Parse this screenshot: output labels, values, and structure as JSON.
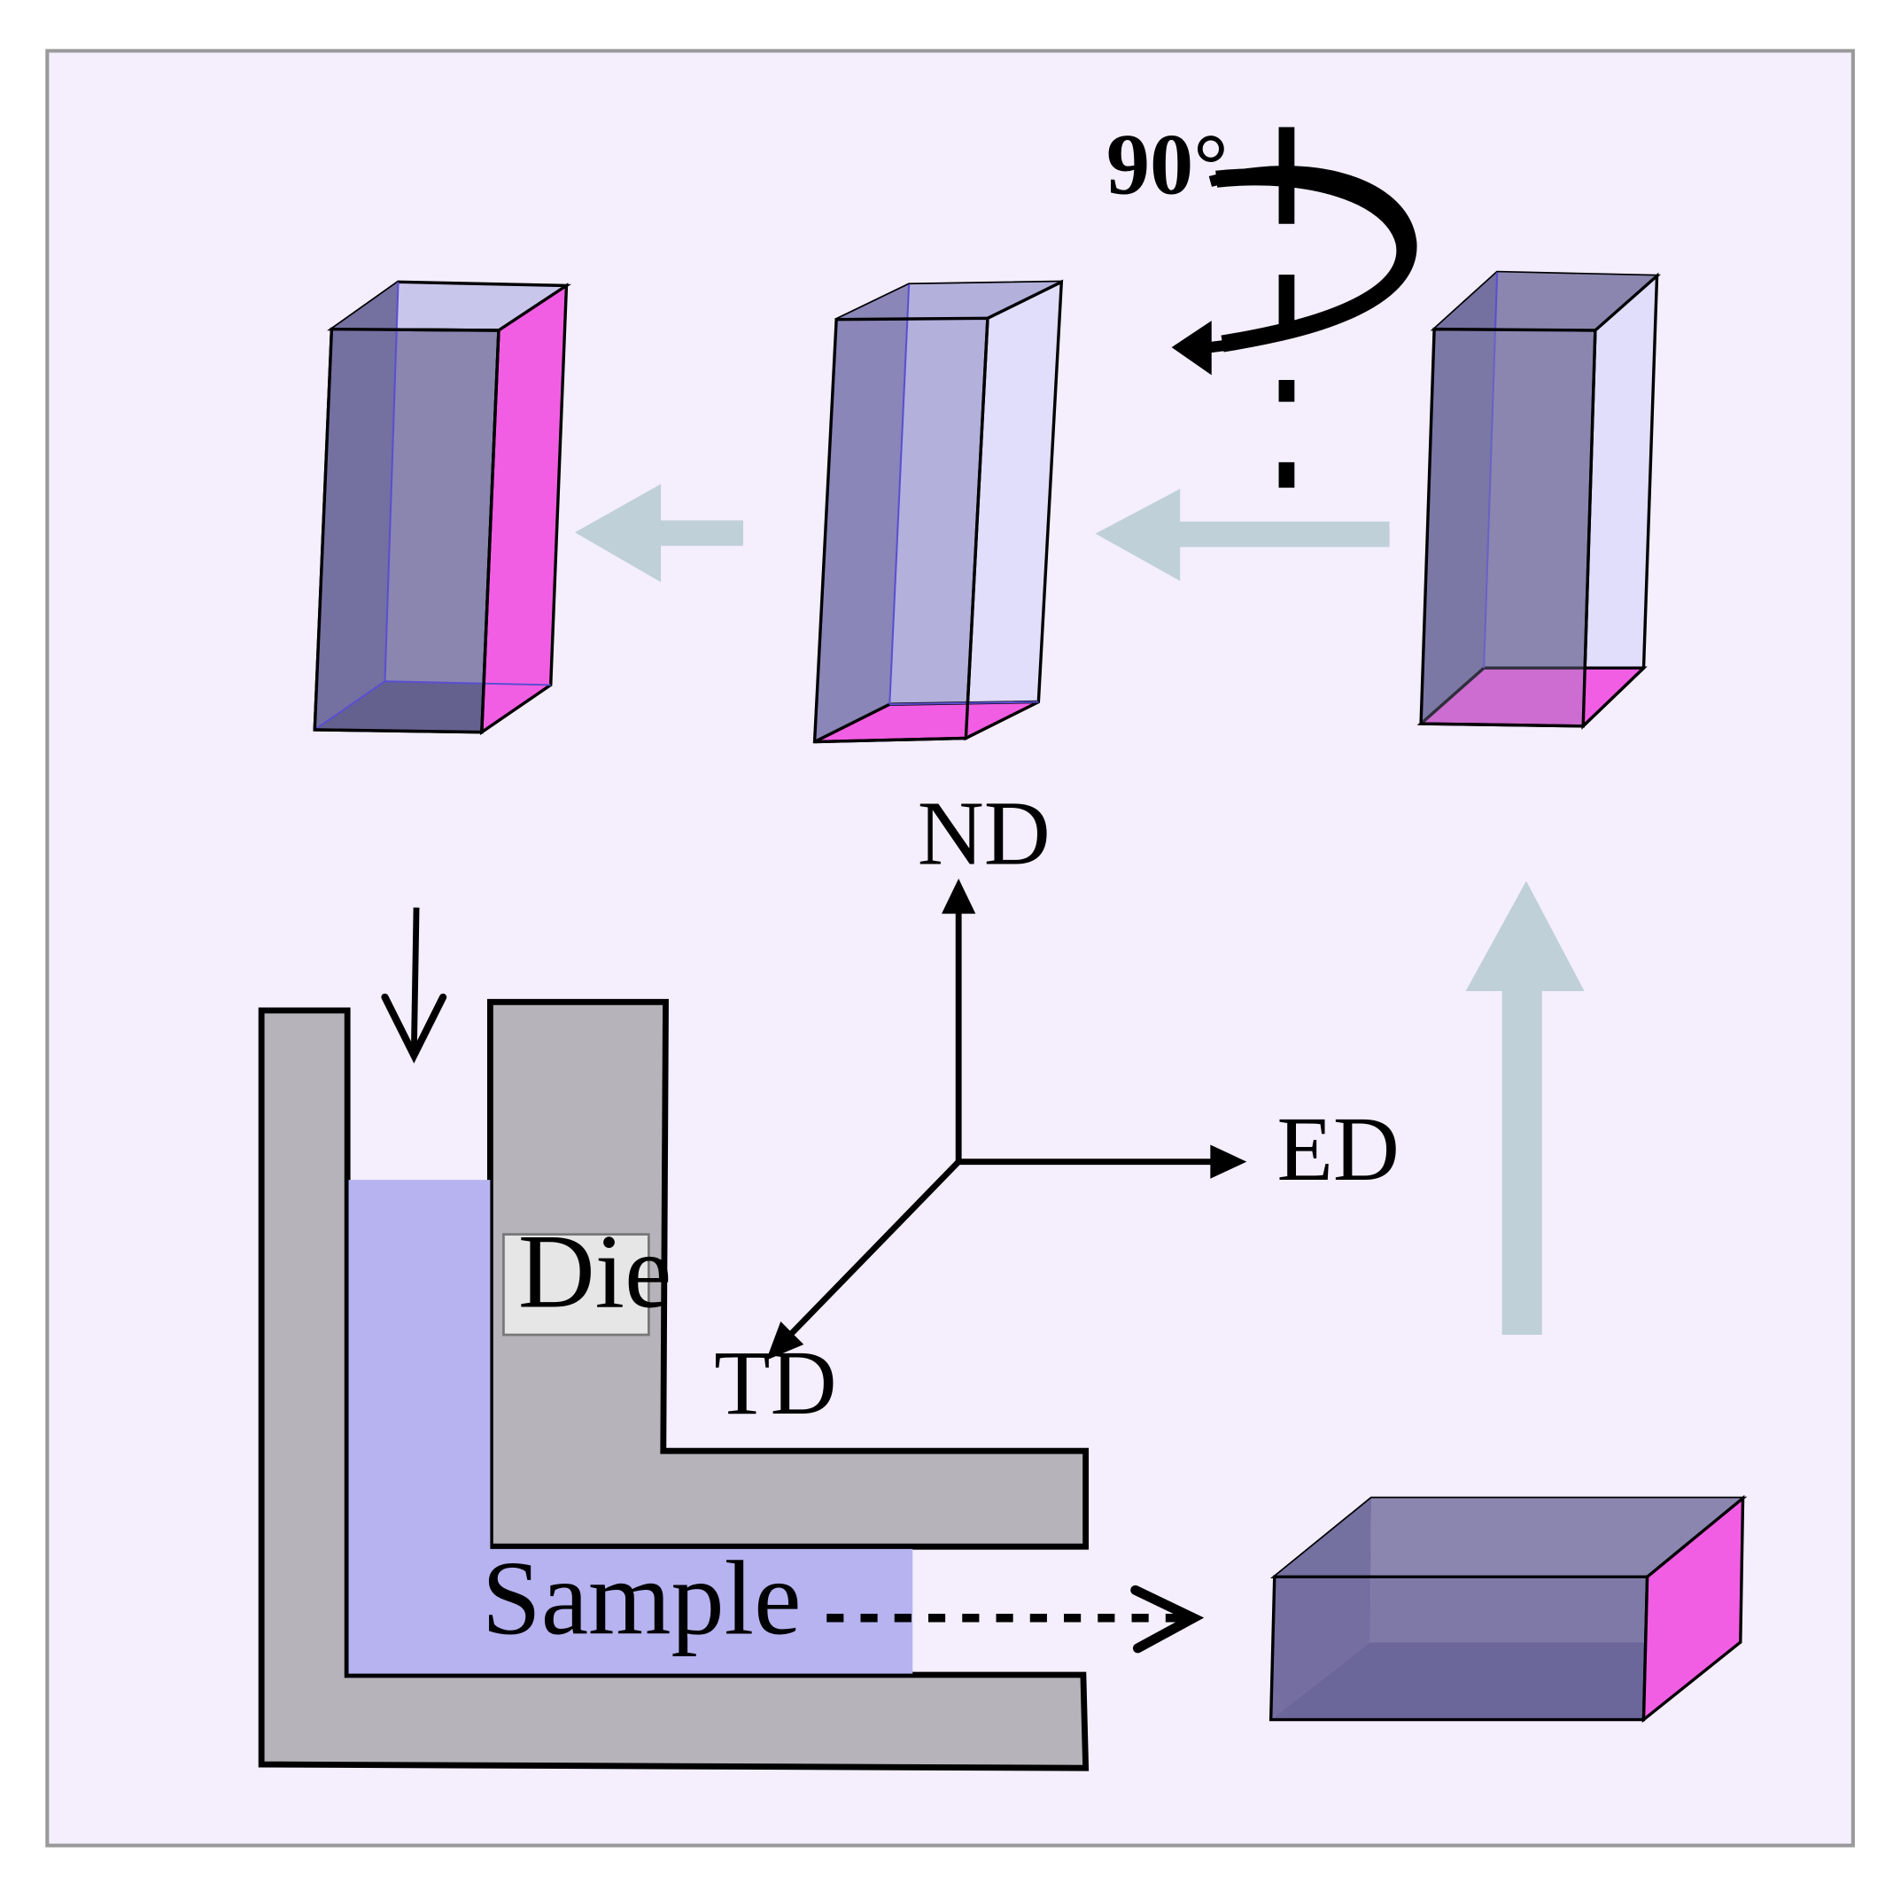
{
  "labels": {
    "rotation_angle": "90°",
    "axis_nd": "ND",
    "axis_ed": "ED",
    "axis_td": "TD",
    "die": "Die",
    "sample": "Sample"
  },
  "colors": {
    "background": "#f4eefd",
    "frame": "#9a9a9a",
    "die_fill": "#b6b3ba",
    "sample_fill": "#b6b3f0",
    "flow_arrow": "#bfd0d8",
    "highlight_face": "#f25ee3",
    "block_dark": "#7470a0",
    "block_mid": "#8a86b0",
    "block_light": "#c9c6ec",
    "block_pale": "#e0defb"
  }
}
